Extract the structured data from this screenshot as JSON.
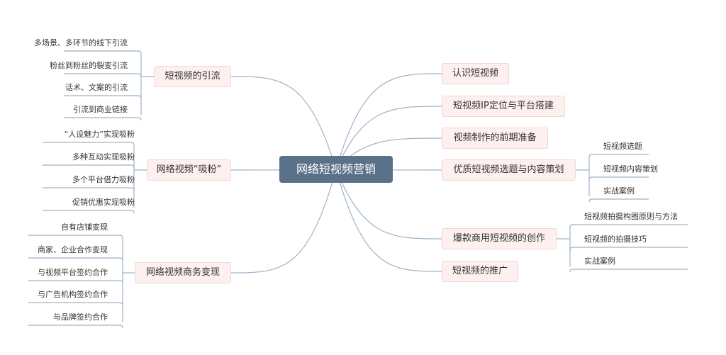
{
  "central": "网络短视频营销",
  "left": [
    {
      "label": "短视频的引流",
      "children": [
        "多场景、多环节的线下引流",
        "粉丝到粉丝的裂变引流",
        "话术、文案的引流",
        "引流到商业链接"
      ]
    },
    {
      "label": "网络视频“吸粉”",
      "children": [
        "“人设魅力”实现吸粉",
        "多种互动实现吸粉",
        "多个平台借力吸粉",
        "促销优惠实现吸粉"
      ]
    },
    {
      "label": "网络视频商务变现",
      "children": [
        "自有店铺变现",
        "商家、企业合作变现",
        "与视频平台签约合作",
        "与广告机构签约合作",
        "与品牌签约合作"
      ]
    }
  ],
  "right": [
    {
      "label": "认识短视频",
      "children": []
    },
    {
      "label": "短视频IP定位与平台搭建",
      "children": []
    },
    {
      "label": "视频制作的前期准备",
      "children": []
    },
    {
      "label": "优质短视频选题与内容策划",
      "children": [
        "短视频选题",
        "短视频内容策划",
        "实战案例"
      ]
    },
    {
      "label": "爆款商用短视频的创作",
      "children": [
        "短视频拍摄构图原则与方法",
        "短视频的拍摄技巧",
        "实战案例"
      ]
    },
    {
      "label": "短视频的推广",
      "children": []
    }
  ],
  "colors": {
    "central_fill": "#5b7189",
    "topic_fill": "#fdf0ef",
    "topic_border": "#f3d6d3",
    "line": "#9eb2c8"
  }
}
